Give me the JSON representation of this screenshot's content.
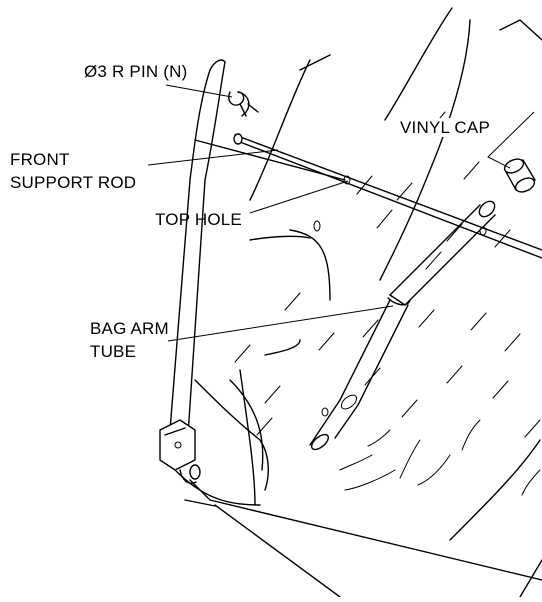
{
  "diagram": {
    "labels": {
      "pin": "Ø3 R PIN (N)",
      "front_support_rod_line1": "FRONT",
      "front_support_rod_line2": "SUPPORT ROD",
      "top_hole": "TOP HOLE",
      "vinyl_cap": "VINYL CAP",
      "bag_arm_tube_line1": "BAG ARM",
      "bag_arm_tube_line2": "TUBE"
    },
    "colors": {
      "line": "#000000",
      "background": "#ffffff"
    }
  }
}
